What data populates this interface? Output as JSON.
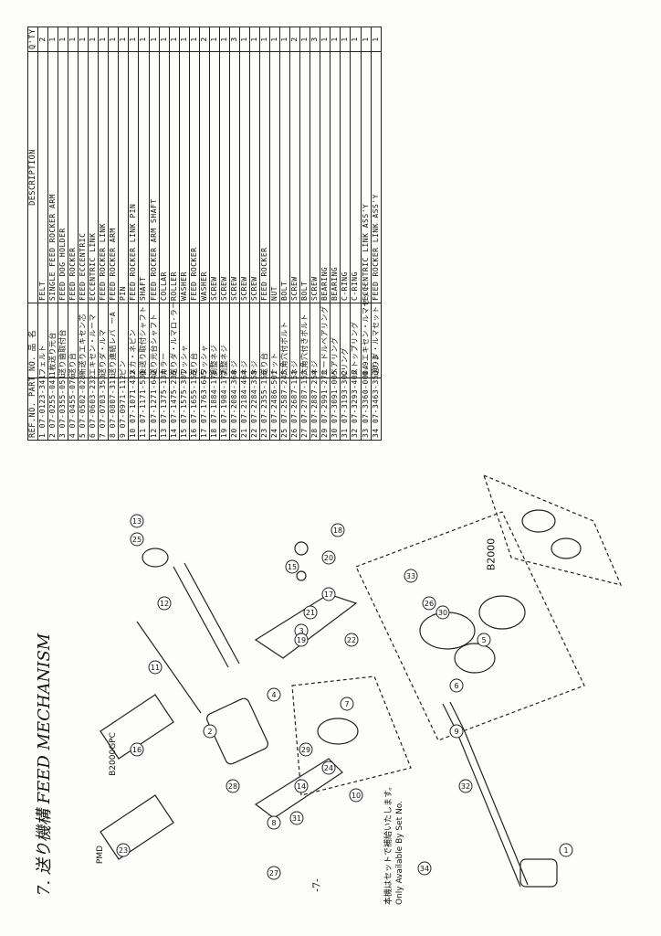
{
  "section_title": "7. 送り機構  FEED MECHANISM",
  "page_number": "-7-",
  "note_jp": "本機はセットで補給いたします。",
  "note_en": "Only Available By Set No.",
  "model_labels": {
    "pmd": "PMD",
    "b2000gpc": "B2000GPC",
    "b2000": "B2000"
  },
  "table": {
    "headers": [
      "REF.NO.",
      "PART NO.",
      "品  名",
      "DESCRIPTION",
      "Q'TY"
    ],
    "rows": [
      [
        "1",
        "07-0123-341",
        "フェルト",
        "FELT",
        "2"
      ],
      [
        "2",
        "07-0255-041",
        "1枚送り元台",
        "SINGLE FEED ROCKER ARM",
        "1"
      ],
      [
        "3",
        "07-0355-051",
        "送り歯取付台",
        "FEED DOG HOLDER",
        "1"
      ],
      [
        "4",
        "07-0455-076",
        "送り台",
        "FEED ROCKER",
        "1"
      ],
      [
        "5",
        "07-0502-028",
        "新送りエキセン芯",
        "FEED ECCENTRIC",
        "1"
      ],
      [
        "6",
        "07-0603-232",
        "エキセン・ルーマ",
        "ECCENTRIC LINK",
        "1"
      ],
      [
        "7",
        "07-0703-353",
        "送りダ・ルマ",
        "FEED ROCKER LINK",
        "1"
      ],
      [
        "8",
        "07-0807-311",
        "送り連結レバ ーA",
        "FEED ROCKER ARM",
        "1"
      ],
      [
        "9",
        "07-0971-112",
        "ピン",
        "PIN",
        "1"
      ],
      [
        "10",
        "07-1071-432",
        "メカ・ネピン",
        "FEED ROCKER LINK PIN",
        "1"
      ],
      [
        "11",
        "07-1171-531",
        "後送り取付シャフト",
        "SHAFT",
        "1"
      ],
      [
        "12",
        "07-1271-642",
        "送り元台シャフト",
        "FEED ROCKER ARM SHAFT",
        "1"
      ],
      [
        "13",
        "07-1375-134",
        "カラー",
        "COLLAR",
        "1"
      ],
      [
        "14",
        "07-1475-235",
        "送りダ・ルマロ-ラー",
        "ROLLER",
        "1"
      ],
      [
        "15",
        "07-1575-381",
        "ワッシャ",
        "WASHER",
        "1"
      ],
      [
        "16",
        "07-1655-155",
        "送り台",
        "FEED ROCKER",
        "1"
      ],
      [
        "17",
        "07-1763-645",
        "ワッシャ",
        "WASHER",
        "2"
      ],
      [
        "18",
        "07-1884-176",
        "調整ネジ",
        "SCREW",
        "1"
      ],
      [
        "19",
        "07-1984-177",
        "調整ネジ",
        "SCREW",
        "1"
      ],
      [
        "20",
        "07-2084-366",
        "ネジ",
        "SCREW",
        "3"
      ],
      [
        "21",
        "07-2184-464",
        "ネジ",
        "SCREW",
        "1"
      ],
      [
        "22",
        "07-2284-355",
        "ネジ",
        "SCREW",
        "1"
      ],
      [
        "23",
        "07-2355-156",
        "送り台",
        "FEED ROCKER",
        "1"
      ],
      [
        "24",
        "07-2486-501",
        "ナット",
        "NUT",
        "1"
      ],
      [
        "25",
        "07-2587-245",
        "六角穴付ボルト",
        "BOLT",
        "1"
      ],
      [
        "26",
        "07-2687-151",
        "ネジ",
        "SCREW",
        "2"
      ],
      [
        "27",
        "07-2787-153",
        "六角穴付きボルト",
        "BOLT",
        "1"
      ],
      [
        "28",
        "07-2887-254",
        "ネジ",
        "SCREW",
        "3"
      ],
      [
        "29",
        "07-2991-270",
        "ニードルベアリング",
        "BEARING",
        "1"
      ],
      [
        "30",
        "07-3091-005",
        "ベアリング",
        "BEARING",
        "1"
      ],
      [
        "31",
        "07-3193-302",
        "Cリング",
        "C-RING",
        "1"
      ],
      [
        "32",
        "07-3293-406",
        "ストップリング",
        "C-RING",
        "1"
      ],
      [
        "33",
        "07-3360-0004",
        "0.9エキセン・ルマセット",
        "ECCENTRIC LINK ASS'Y",
        "1"
      ],
      [
        "34",
        "07-3463-3530-2",
        "送りダ・ルマセット",
        "FEED ROCKER LINK ASS'Y",
        "1"
      ]
    ]
  },
  "callouts": [
    "1",
    "2",
    "3",
    "4",
    "5",
    "6",
    "7",
    "8",
    "9",
    "10",
    "11",
    "12",
    "13",
    "14",
    "15",
    "16",
    "17",
    "18",
    "19",
    "20",
    "21",
    "22",
    "23",
    "24",
    "25",
    "26",
    "27",
    "28",
    "29",
    "30",
    "31",
    "32",
    "33",
    "34"
  ]
}
